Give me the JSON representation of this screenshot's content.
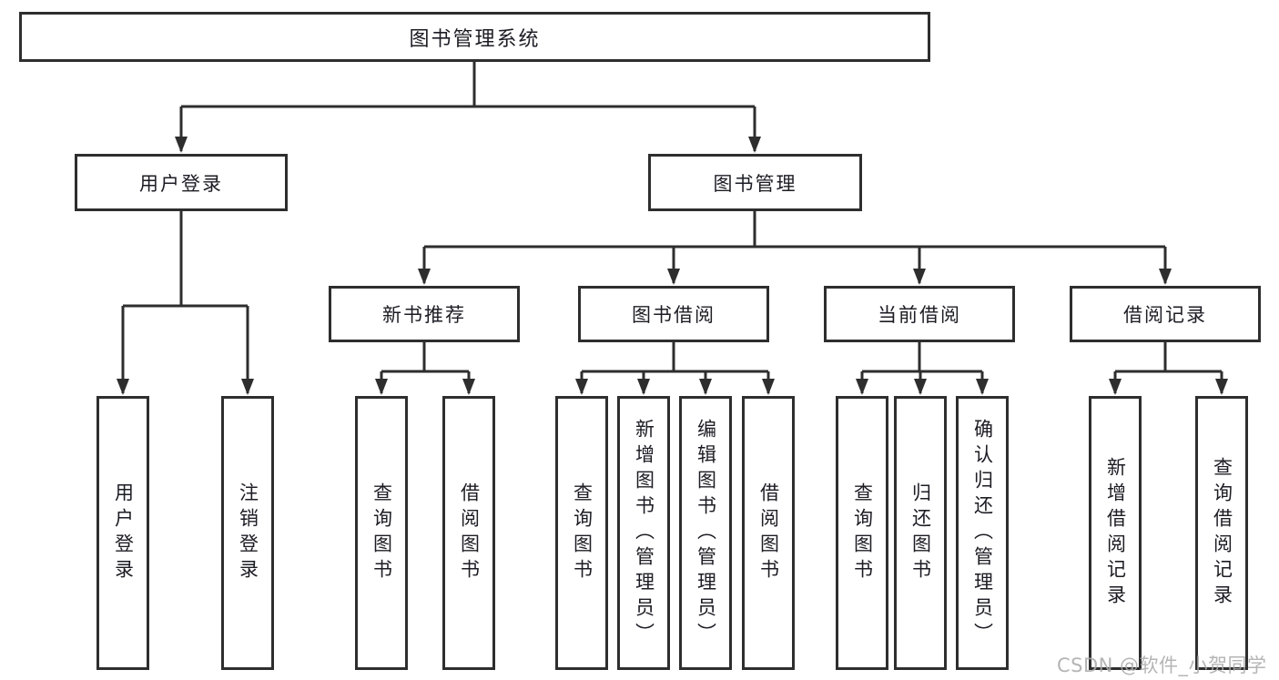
{
  "colors": {
    "line": "#2e2e2e",
    "text": "#1c1c24",
    "watermark": "#ababab",
    "background": "#ffffff"
  },
  "watermark": "CSDN @软件_小贺同学",
  "nodes": {
    "root": "图书管理系统",
    "user_login": "用户登录",
    "book_management": "图书管理",
    "new_book_recommend": "新书推荐",
    "book_borrow": "图书借阅",
    "current_borrow": "当前借阅",
    "borrow_records": "借阅记录",
    "leaf_user_login": "用户登录",
    "leaf_logout": "注销登录",
    "leaf_rec_query_books": "查询图书",
    "leaf_rec_borrow_books": "借阅图书",
    "leaf_bor_query_books": "查询图书",
    "leaf_bor_add_books": "新增图书（管理员）",
    "leaf_bor_edit_books": "编辑图书（管理员）",
    "leaf_bor_borrow_books": "借阅图书",
    "leaf_cur_query_books": "查询图书",
    "leaf_cur_return_books": "归还图书",
    "leaf_cur_confirm_return": "确认归还（管理员）",
    "leaf_log_add_record": "新增借阅记录",
    "leaf_log_query_record": "查询借阅记录"
  }
}
